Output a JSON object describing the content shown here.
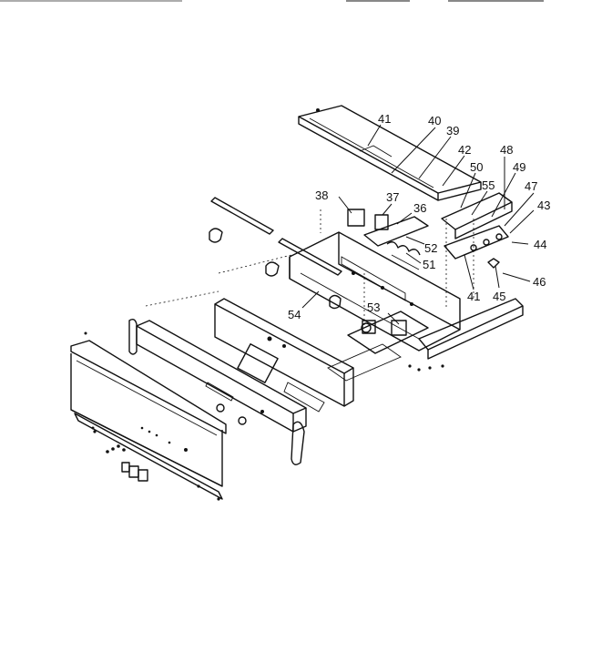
{
  "diagram": {
    "callouts": [
      {
        "id": "41a",
        "text": "41"
      },
      {
        "id": "40",
        "text": "40"
      },
      {
        "id": "39",
        "text": "39"
      },
      {
        "id": "42",
        "text": "42"
      },
      {
        "id": "48",
        "text": "48"
      },
      {
        "id": "50",
        "text": "50"
      },
      {
        "id": "49",
        "text": "49"
      },
      {
        "id": "55",
        "text": "55"
      },
      {
        "id": "47",
        "text": "47"
      },
      {
        "id": "43",
        "text": "43"
      },
      {
        "id": "38",
        "text": "38"
      },
      {
        "id": "37",
        "text": "37"
      },
      {
        "id": "36",
        "text": "36"
      },
      {
        "id": "44",
        "text": "44"
      },
      {
        "id": "52",
        "text": "52"
      },
      {
        "id": "51",
        "text": "51"
      },
      {
        "id": "41b",
        "text": "41"
      },
      {
        "id": "45",
        "text": "45"
      },
      {
        "id": "46",
        "text": "46"
      },
      {
        "id": "54",
        "text": "54"
      },
      {
        "id": "53",
        "text": "53"
      }
    ]
  }
}
